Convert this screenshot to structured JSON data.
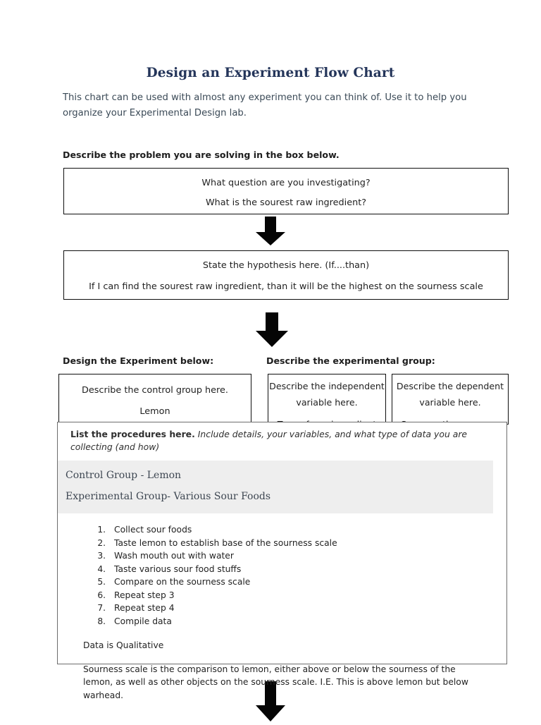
{
  "document": {
    "title": "Design an Experiment Flow Chart",
    "intro": "This chart can be used with almost any experiment you can think of. Use it to help you organize your Experimental Design lab.",
    "title_color": "#24355a"
  },
  "labels": {
    "problem": "Describe the problem you are solving in the box below.",
    "design": "Design the Experiment below:",
    "experimental_group": "Describe the experimental group:"
  },
  "boxes": {
    "question": {
      "prompt": "What question are you investigating?",
      "answer": "What is the sourest raw ingredient?"
    },
    "hypothesis": {
      "prompt": "State the hypothesis here. (If....than)",
      "answer": "If I can find the sourest raw ingredient, than it will be the highest on the sourness scale"
    },
    "control": {
      "prompt": "Describe the control group here.",
      "answer": "Lemon"
    },
    "independent": {
      "prompt_line1": "Describe the independent",
      "prompt_line2": "variable here.",
      "answer": "Type of raw ingredient"
    },
    "dependent": {
      "prompt_line1": "Describe the dependent",
      "prompt_line2": "variable here.",
      "answer": "Score on the sourness"
    }
  },
  "procedures": {
    "header_bold": "List the procedures here.",
    "header_italic": "Include details, your variables, and what type of data you are collecting (and how)",
    "group_lines": [
      "Control Group - Lemon",
      "Experimental Group- Various Sour Foods"
    ],
    "steps": [
      "Collect sour foods",
      "Taste lemon to establish base of the sourness scale",
      "Wash mouth out with water",
      "Taste various sour food stuffs",
      "Compare on the sourness scale",
      "Repeat step 3",
      "Repeat step 4",
      "Compile data"
    ],
    "note_1": "Data is Qualitative",
    "note_2": "Sourness scale is the comparison to lemon, either above or below the sourness of the lemon, as well as other objects on the sourness scale. I.E. This is above lemon but below warhead.",
    "band_color": "#eeeeee"
  },
  "arrows": {
    "arrow_1": "down-arrow",
    "arrow_2": "down-arrow",
    "arrow_3": "down-arrow"
  }
}
